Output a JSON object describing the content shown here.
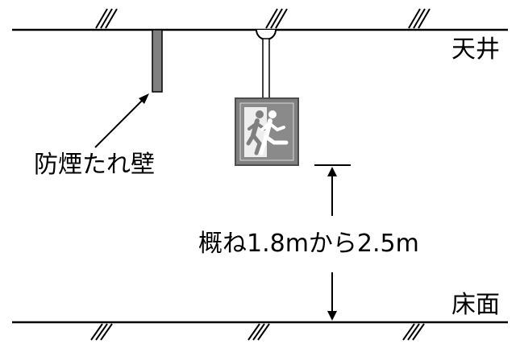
{
  "labels": {
    "ceiling": "天井",
    "floor": "床面",
    "smoke_wall": "防煙たれ壁",
    "height_range": "概ね1.8mから2.5m"
  },
  "colors": {
    "line": "#000000",
    "sign_fill": "#7f7f7f",
    "sign_border": "#4d4d4d",
    "wall_fill": "#808080",
    "background": "#ffffff"
  },
  "icons": {
    "exit_sign": "running-person-exit-icon"
  }
}
